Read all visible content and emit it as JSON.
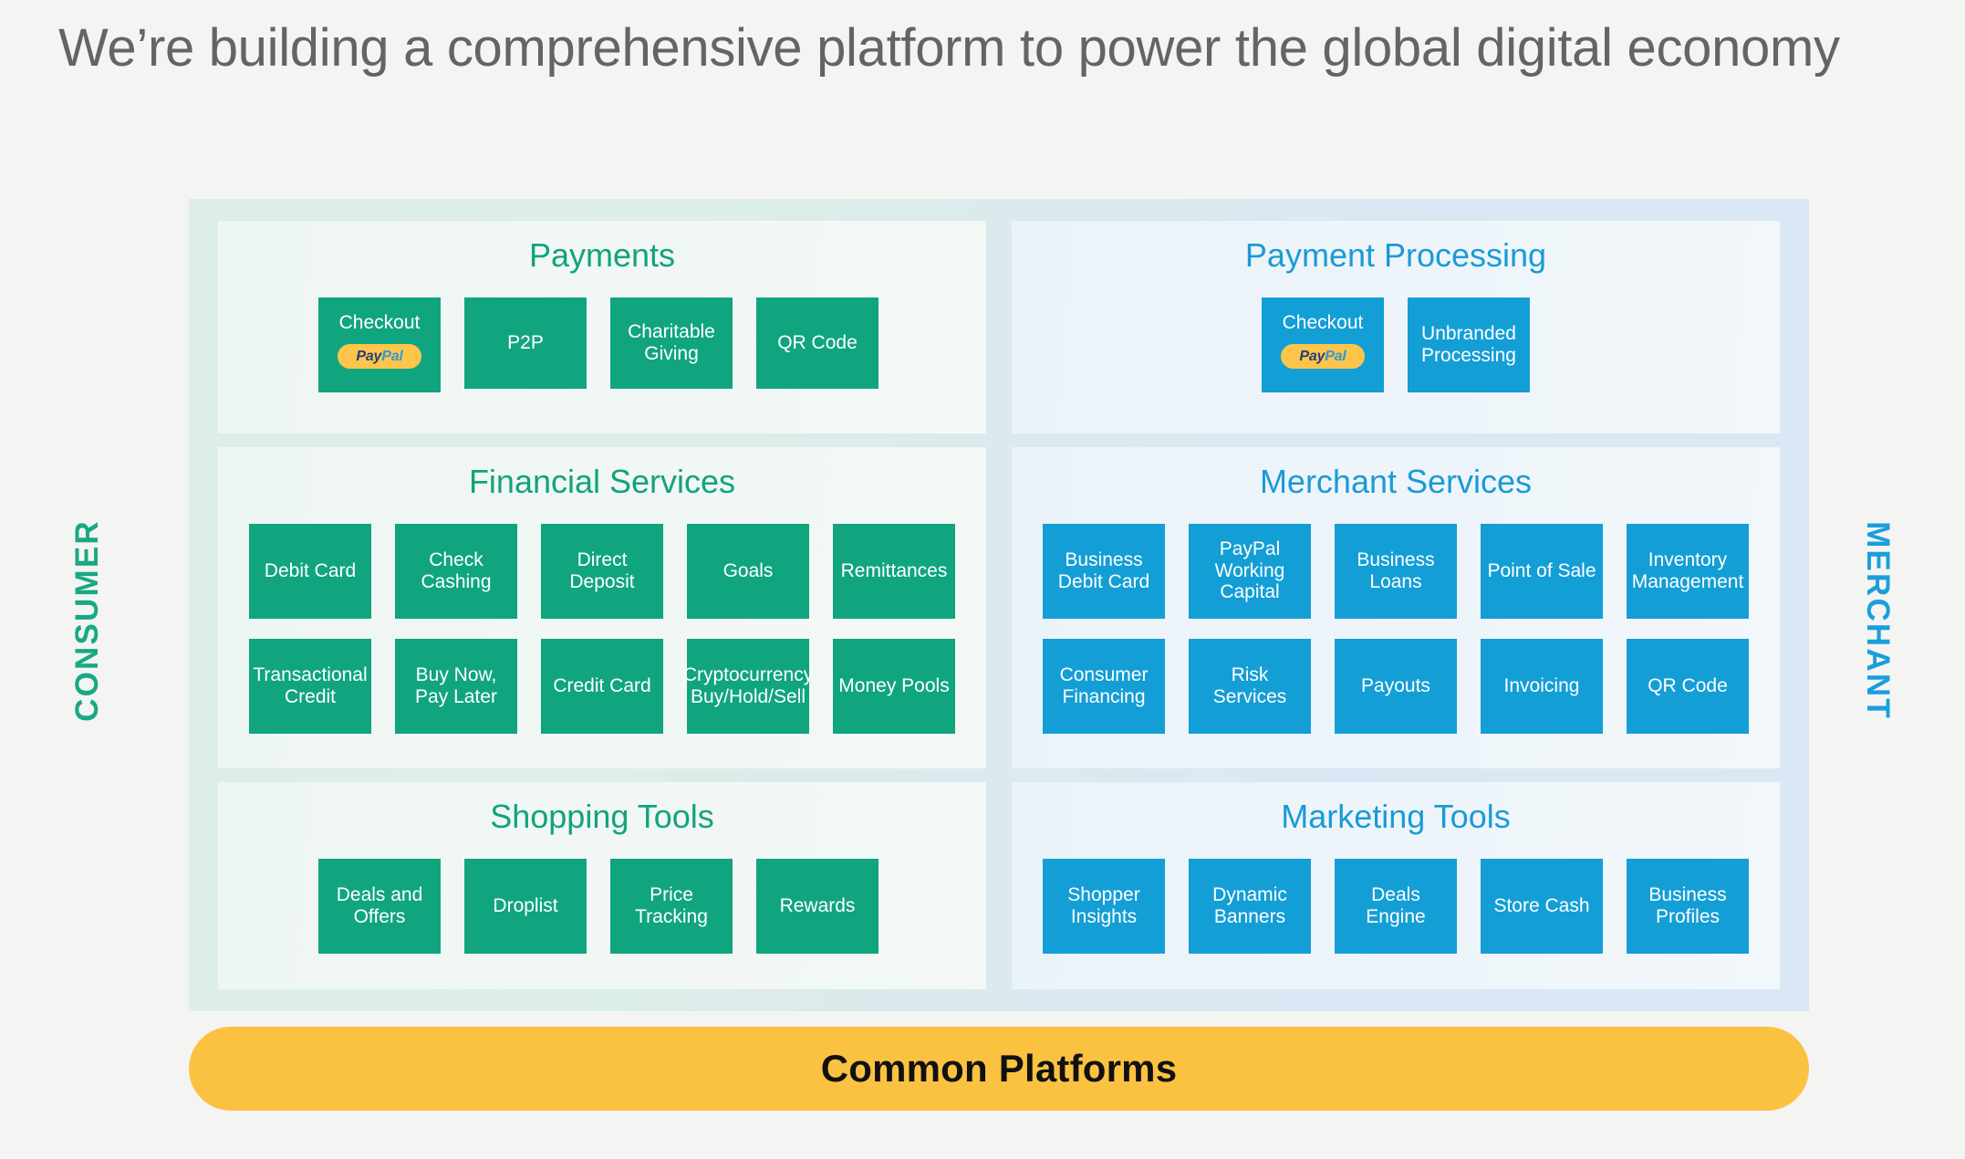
{
  "title": "We’re building a comprehensive platform to power the global digital economy",
  "rails": {
    "left": "CONSUMER",
    "right": "MERCHANT"
  },
  "colors": {
    "consumer_green": "#10a57f",
    "merchant_blue": "#149ed6",
    "title_gray": "#636466",
    "common_yellow": "#fbc242",
    "panel_green_bg": "#eef6f3",
    "panel_blue_bg": "#eaf4f8",
    "paypal_badge": "#fec54b",
    "background": "#f4f4f3"
  },
  "paypal_logo": {
    "part_a": "Pay",
    "part_b": "Pal"
  },
  "sections": {
    "payments": {
      "title": "Payments",
      "tiles": [
        {
          "label": "Checkout",
          "has_logo": true
        },
        {
          "label": "P2P",
          "has_logo": false
        },
        {
          "label": "Charitable Giving",
          "has_logo": false
        },
        {
          "label": "QR Code",
          "has_logo": false
        }
      ]
    },
    "payment_processing": {
      "title": "Payment Processing",
      "tiles": [
        {
          "label": "Checkout",
          "has_logo": true
        },
        {
          "label": "Unbranded Processing",
          "has_logo": false
        }
      ]
    },
    "financial_services": {
      "title": "Financial Services",
      "row1": [
        {
          "label": "Debit Card"
        },
        {
          "label": "Check Cashing"
        },
        {
          "label": "Direct Deposit"
        },
        {
          "label": "Goals"
        },
        {
          "label": "Remittances"
        }
      ],
      "row2": [
        {
          "label": "Transactional Credit"
        },
        {
          "label": "Buy Now, Pay Later"
        },
        {
          "label": "Credit Card"
        },
        {
          "label": "Cryptocurrency Buy/Hold/Sell"
        },
        {
          "label": "Money Pools"
        }
      ]
    },
    "merchant_services": {
      "title": "Merchant Services",
      "row1": [
        {
          "label": "Business Debit Card"
        },
        {
          "label": "PayPal Working Capital"
        },
        {
          "label": "Business Loans"
        },
        {
          "label": "Point of Sale"
        },
        {
          "label": "Inventory Management"
        }
      ],
      "row2": [
        {
          "label": "Consumer Financing"
        },
        {
          "label": "Risk Services"
        },
        {
          "label": "Payouts"
        },
        {
          "label": "Invoicing"
        },
        {
          "label": "QR Code"
        }
      ]
    },
    "shopping_tools": {
      "title": "Shopping Tools",
      "tiles": [
        {
          "label": "Deals and Offers"
        },
        {
          "label": "Droplist"
        },
        {
          "label": "Price Tracking"
        },
        {
          "label": "Rewards"
        }
      ]
    },
    "marketing_tools": {
      "title": "Marketing Tools",
      "tiles": [
        {
          "label": "Shopper Insights"
        },
        {
          "label": "Dynamic Banners"
        },
        {
          "label": "Deals Engine"
        },
        {
          "label": "Store Cash"
        },
        {
          "label": "Business Profiles"
        }
      ]
    }
  },
  "common_platforms": {
    "label": "Common Platforms"
  }
}
